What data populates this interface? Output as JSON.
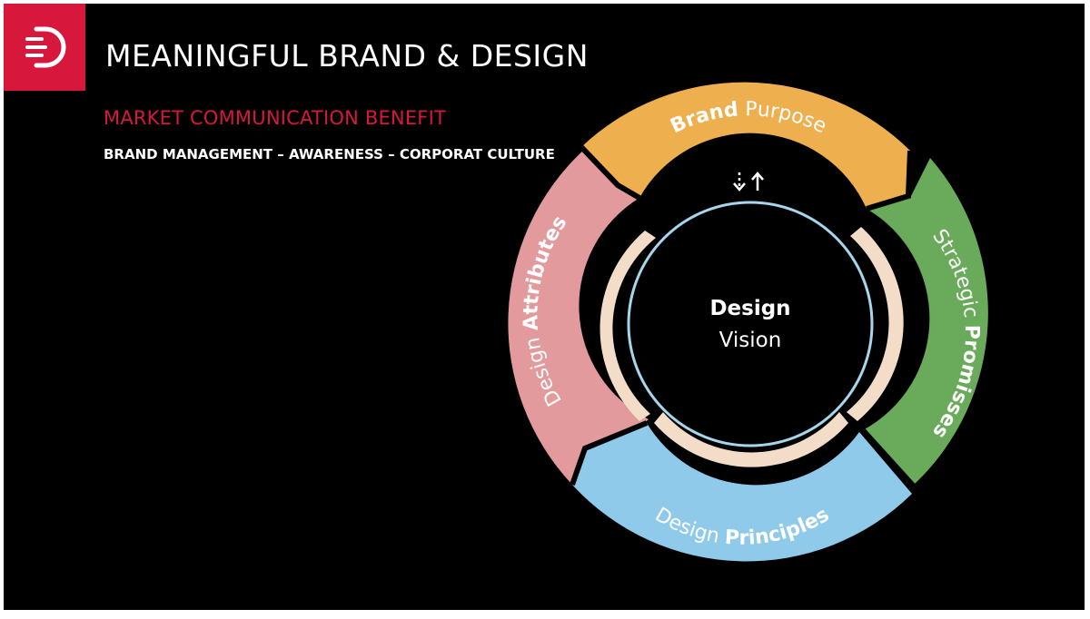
{
  "slide": {
    "title": "MEANINGFUL BRAND & DESIGN",
    "subtitle": "MARKET COMMUNICATION BENEFIT",
    "tagline": "BRAND MANAGEMENT – AWARENESS – CORPORAT CULTURE"
  },
  "logo": {
    "icon": "brand-d-logo-icon",
    "color": "#d8173d"
  },
  "colors": {
    "accent": "#d8173d",
    "background": "#000000"
  },
  "cycle": {
    "segments": [
      {
        "bold": "Brand",
        "light": "Purpose",
        "color": "#eeaf4f"
      },
      {
        "light": "Strategic",
        "bold": "Promisses",
        "color": "#6aaa5b"
      },
      {
        "light": "Design",
        "bold": "Principles",
        "color": "#8fcaea"
      },
      {
        "light": "Design",
        "bold": "Attributes",
        "color": "#e29a9d"
      }
    ],
    "center": {
      "line1": "Design",
      "line2": "Vision"
    },
    "arrows_icon": "up-down-arrows-icon",
    "ring_color": "#f4ddc8",
    "circle_color": "#a6d6ec"
  }
}
